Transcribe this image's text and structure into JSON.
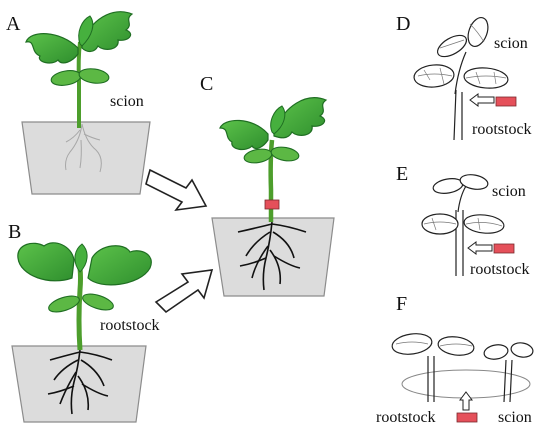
{
  "panels": {
    "a": "A",
    "b": "B",
    "c": "C",
    "d": "D",
    "e": "E",
    "f": "F"
  },
  "labels": {
    "a_scion": "scion",
    "b_rootstock": "rootstock",
    "d_scion": "scion",
    "d_rootstock": "rootstock",
    "e_scion": "scion",
    "e_rootstock": "rootstock",
    "f_rootstock": "rootstock",
    "f_scion": "scion"
  },
  "colors": {
    "leaf": "#3aa63a",
    "leaf_dark": "#1f6e22",
    "stem": "#6cbf3e",
    "pot": "#dcdcdc",
    "pot_edge": "#8c8c8c",
    "root": "#111111",
    "graft_clip": "#e5505a",
    "outline": "#222222"
  },
  "icons": [
    "right-arrow-icon",
    "left-arrow-icon",
    "up-arrow-icon",
    "graft-clip-icon"
  ]
}
